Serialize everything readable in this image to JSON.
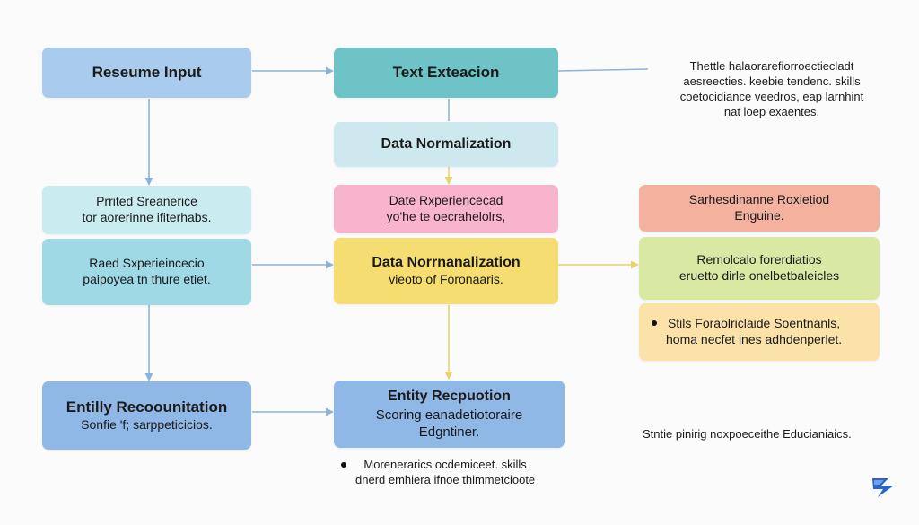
{
  "colors": {
    "arrow": "#8cb4d8",
    "arrow_yellow": "#e8d36a",
    "blue_light": "#a8cbee",
    "teal": "#6ec3c6",
    "teal_light": "#cde9ef",
    "mint": "#c9ecf0",
    "pink": "#f8b4cc",
    "cyan": "#9fd9e6",
    "yellow": "#f5dd72",
    "blue": "#8fb8e6",
    "salmon": "#f4b19e",
    "green": "#d9e9a4",
    "cream": "#fbe2a8",
    "logo": "#2a64c8"
  },
  "nodes": {
    "resume_input": {
      "title": "Reseume Input"
    },
    "text_extraction": {
      "title": "Text Exteacion"
    },
    "data_norm_top": {
      "title": "Data Normalization"
    },
    "printed_sequence": {
      "line1": "Prrited Sreanerice",
      "line2": "tor aorerinne ifiterhabs."
    },
    "date_experience": {
      "line1": "Date Rxperiencecad",
      "line2": "yo'he te oecrahelolrs,"
    },
    "raed_experience": {
      "line1": "Raed Sxperieincecio",
      "line2": "paipoyea tn thure etiet."
    },
    "data_norm_mid": {
      "title": "Data Norrnanalization",
      "sub": "vieoto of Foronaaris."
    },
    "entity_recognition": {
      "title": "Entilly Recoounitation",
      "sub": "Sonfie 'f; sarppeticicios."
    },
    "entity_scoring": {
      "title": "Entity Recpuotion",
      "sub": "Scoring eanadetiotoraire",
      "sub2": "Edgntiner."
    },
    "matching_engine": {
      "line1": "Sarhesdinanne Roxietiod",
      "line2": "Enguine."
    },
    "remolcalo": {
      "line1": "Remolcalo forerdiatios",
      "line2": "eruetto dirle onelbetbaleicles"
    },
    "skills_box": {
      "line1": "Stils Foraolriclaide Soentnanls,",
      "line2": "homa necfet ines adhdenperlet."
    }
  },
  "notes": {
    "top_right": [
      "Thettle halaorarefiorroectiecladt",
      "aesreecties. keebie tendenc. skills",
      "coetocidiance veedros, eap larnhint",
      "nat loep exaentes."
    ],
    "bottom_bullet": {
      "line1": "Morenerarics ocdemiceet. skills",
      "line2": "dnerd emhiera ifnoe thimmetcioote"
    },
    "bottom_right": "Stntie pinirig noxpoeceithe Educianiaics."
  }
}
